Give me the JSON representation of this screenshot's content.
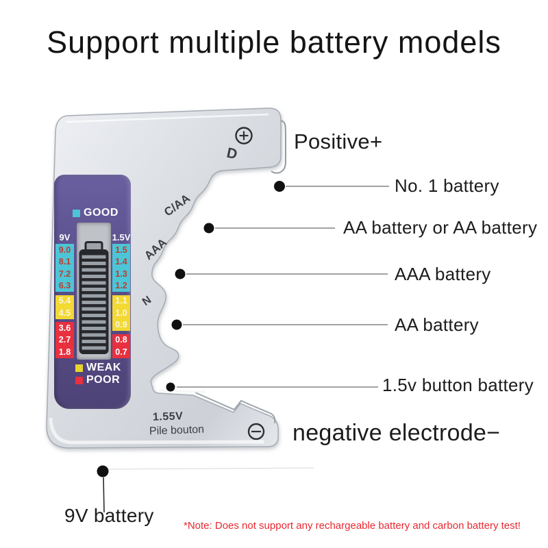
{
  "title": "Support multiple battery models",
  "device": {
    "terminals": {
      "positive_symbol": "⊕",
      "negative_symbol": "⊖"
    },
    "slot_labels": {
      "d": "D",
      "c_aa": "C/AA",
      "aaa": "AAA",
      "n": "N"
    },
    "bottom_text": {
      "line1": "1.55V",
      "line2": "Pile bouton"
    },
    "display": {
      "good": "GOOD",
      "weak": "WEAK",
      "poor": "POOR",
      "left_header": "9V",
      "right_header": "1.5V",
      "left_scale": [
        "9.0",
        "8.1",
        "7.2",
        "6.3",
        "5.4",
        "4.5",
        "3.6",
        "2.7",
        "1.8"
      ],
      "right_scale": [
        "1.5",
        "1.4",
        "1.3",
        "1.2",
        "1.1",
        "1.0",
        "0.9",
        "0.8",
        "0.7"
      ]
    }
  },
  "annotations": {
    "positive": "Positive+",
    "leaders": [
      "No. 1 battery",
      "AA battery or AA battery",
      "AAA battery",
      "AA battery",
      "1.5v button battery"
    ],
    "negative": "negative electrode−",
    "battery_9v": "9V battery",
    "note": "*Note: Does not support any rechargeable battery and carbon battery test!"
  },
  "colors": {
    "good": "#4cc5d6",
    "weak": "#e9d52e",
    "poor": "#e8303f",
    "panel_purple": "#594e8b",
    "note_red": "#e8282f"
  }
}
